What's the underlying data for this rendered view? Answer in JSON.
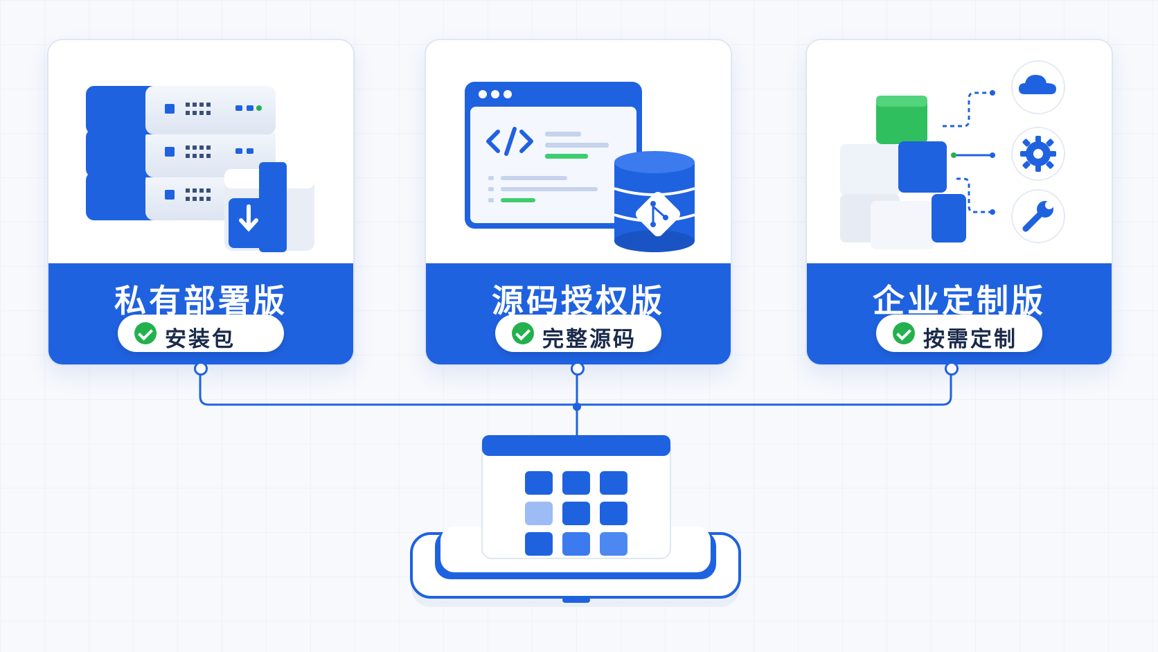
{
  "cards": [
    {
      "title": "私有部署版",
      "badge": "安装包",
      "icon": "server-package-icon"
    },
    {
      "title": "源码授权版",
      "badge": "完整源码",
      "icon": "code-window-database-icon"
    },
    {
      "title": "企业定制版",
      "badge": "按需定制",
      "icon": "modular-blocks-icon"
    }
  ],
  "colors": {
    "primary": "#1f62e0",
    "accent_green": "#22b14c",
    "background": "#f7f9fd",
    "card_border": "#dfe6f3"
  },
  "hub": {
    "icon": "app-grid-platform-icon"
  },
  "side_icons": [
    "cloud-icon",
    "gear-icon",
    "wrench-icon"
  ]
}
